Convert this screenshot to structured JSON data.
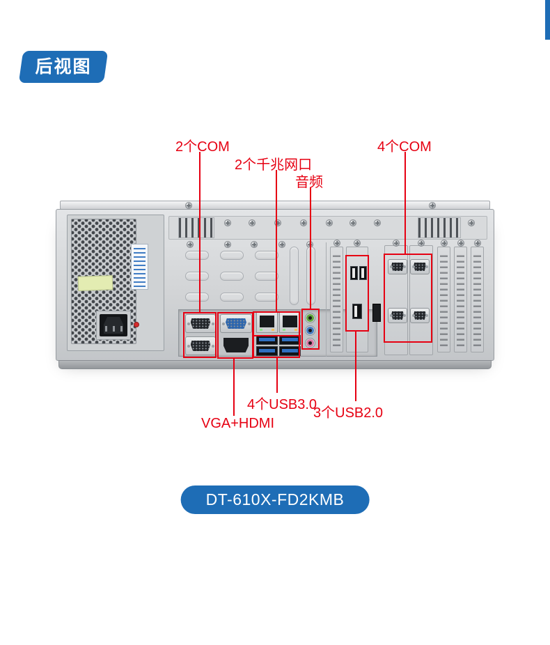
{
  "page": {
    "badge_label": "后视图",
    "model_label": "DT-610X-FD2KMB"
  },
  "annotations": {
    "com_rear": {
      "label": "2个COM"
    },
    "lan": {
      "label": "2个千兆网口"
    },
    "audio": {
      "label": "音频"
    },
    "com_expansion": {
      "label": "4个COM"
    },
    "usb3": {
      "label": "4个USB3.0"
    },
    "vga_hdmi": {
      "label": "VGA+HDMI"
    },
    "usb2": {
      "label": "3个USB2.0"
    }
  },
  "colors": {
    "accent_blue": "#1e6db6",
    "annotation_red": "#e60012",
    "chassis_gray": "#d2d4d6"
  }
}
